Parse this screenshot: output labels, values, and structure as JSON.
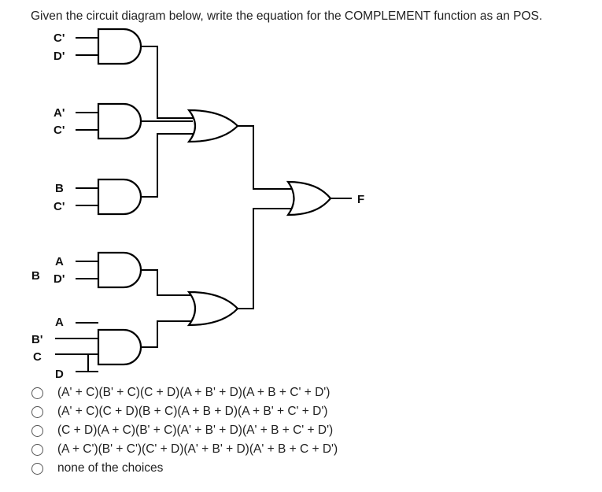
{
  "question": "Given the circuit diagram below, write the equation for the COMPLEMENT function as an POS.",
  "circuit": {
    "labels": {
      "g1_in1": "C'",
      "g1_in2": "D'",
      "g2_in1": "A'",
      "g2_in2": "C'",
      "g3_in1": "B",
      "g3_in2": "C'",
      "g4_in1": "A",
      "g4_in2": "D'",
      "g4_side": "B",
      "g5_in1": "A",
      "g5_in2": "B'",
      "g5_in3": "C",
      "g5_in4": "D",
      "output": "F"
    }
  },
  "choices": [
    "(A' + C)(B' + C)(C + D)(A + B' + D)(A + B + C' + D')",
    "(A' + C)(C + D)(B + C)(A + B + D)(A + B' + C' + D')",
    "(C + D)(A + C)(B' + C)(A' + B' + D)(A' + B + C' + D')",
    "(A + C')(B' + C')(C' + D)(A' + B' + D)(A' + B + C + D')",
    "none of the choices"
  ]
}
